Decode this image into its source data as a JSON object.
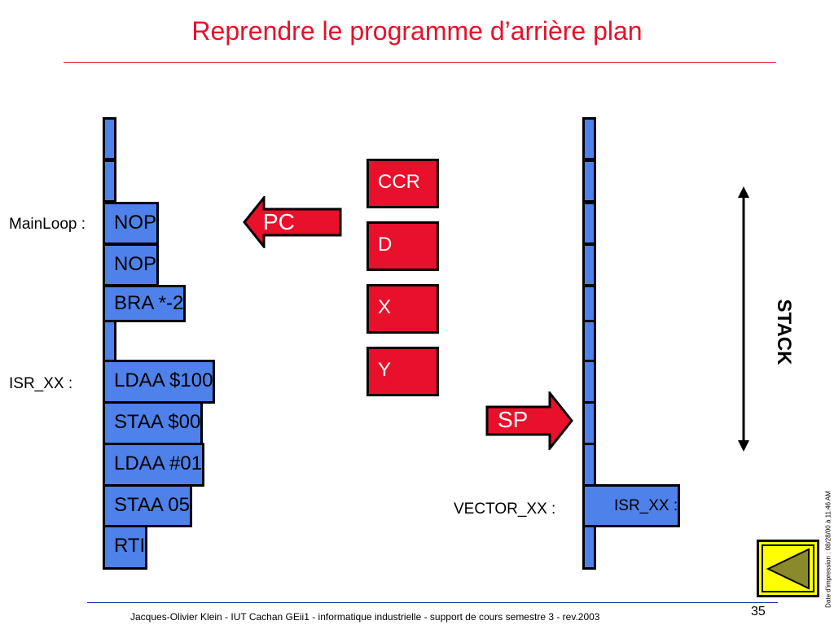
{
  "title": "Reprendre le programme d’arrière plan",
  "left_memory": {
    "cells": [
      "",
      "",
      "NOP",
      "NOP",
      "BRA *-2",
      "",
      "LDAA $100",
      "STAA $00",
      "LDAA #01",
      "STAA 05",
      "RTI"
    ]
  },
  "left_labels": {
    "mainloop": "MainLoop :",
    "isr": "ISR_XX :"
  },
  "registers": [
    "CCR",
    "D",
    "X",
    "Y"
  ],
  "pointers": {
    "pc": "PC",
    "sp": "SP"
  },
  "right_memory": {
    "cells": [
      "",
      "",
      "",
      "",
      "",
      "",
      "",
      "",
      "",
      "ISR_XX :",
      ""
    ]
  },
  "right_labels": {
    "vector": "VECTOR_XX :",
    "stack": "STACK"
  },
  "footer": "Jacques-Olivier Klein - IUT Cachan GEii1 - informatique industrielle - support de cours semestre 3 - rev.2003",
  "page_number": "35",
  "print_date": "Date d'impression : 08/28/00 à 11:46 AM",
  "colors": {
    "title": "#e8102b",
    "memory_cell": "#4f81ea",
    "register": "#e8102b",
    "nav_button": "#ffff00"
  },
  "icons": {
    "nav_button": "back-triangle-icon"
  }
}
